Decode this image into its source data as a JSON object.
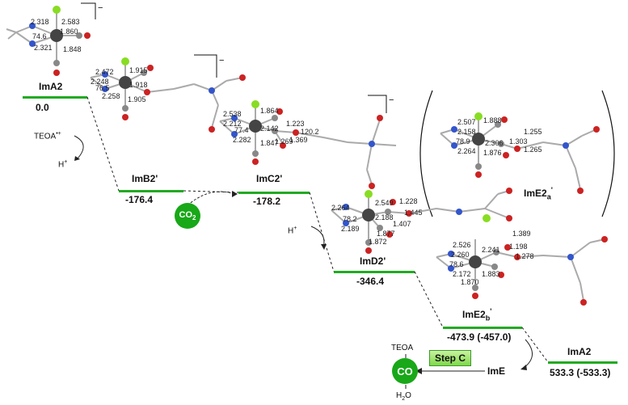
{
  "states": [
    {
      "id": "ima2",
      "label": "ImA2",
      "value": "0.0"
    },
    {
      "id": "imb2",
      "label": "ImB2'",
      "value": "-176.4"
    },
    {
      "id": "imc2",
      "label": "ImC2'",
      "value": "-178.2"
    },
    {
      "id": "imd2",
      "label": "ImD2'",
      "value": "-346.4"
    },
    {
      "id": "ime2b",
      "label": "ImE2",
      "sub": "b",
      "sup": "'",
      "value": "-473.9 (-457.0)"
    },
    {
      "id": "ima2_end",
      "label": "ImA2",
      "value": "533.3 (-533.3)"
    }
  ],
  "ime2a": {
    "label": "ImE2",
    "sub": "a",
    "sup": "'"
  },
  "reagents": {
    "teoa_radical": "TEOA",
    "teoa_radical_sup": "•+",
    "h_plus_1": "H",
    "h_plus_2": "H",
    "h_plus_sup": "+",
    "co2": "CO",
    "co2_sub": "2",
    "co": "CO",
    "teoa": "TEOA",
    "h2o": "H",
    "h2o_sub": "2",
    "h2o_end": "O",
    "ime": "ImE",
    "step_c": "Step C"
  },
  "charge": "−",
  "distances": {
    "ima2": [
      "2.318",
      "2.583",
      "1.860",
      "74.6",
      "2.321",
      "1.848"
    ],
    "imb2": [
      "2.472",
      "1.915",
      "2.248",
      "76.5",
      "1.918",
      "2.258",
      "1.905"
    ],
    "imc2": [
      "2.538",
      "1.864",
      "2.212",
      "1.223",
      "77.4",
      "2.142",
      "120.2",
      "2.282",
      "1.847",
      "1.269",
      "1.369"
    ],
    "imd2": [
      "2.549",
      "1.228",
      "2.264",
      "1.445",
      "78.2",
      "2.188",
      "1.407",
      "2.189",
      "1.877",
      "1.872"
    ],
    "ime2a": [
      "2.507",
      "1.888",
      "2.158",
      "1.255",
      "78.9",
      "2.306",
      "1.303",
      "2.264",
      "1.876",
      "1.265"
    ],
    "ime2b": [
      "2.526",
      "1.389",
      "2.260",
      "2.241",
      "1.198",
      "78.6",
      "2.172",
      "1.883",
      "1.278",
      "1.870"
    ]
  },
  "colors": {
    "level": "#22aa22",
    "co_circle": "#18a818",
    "cl": "#88dd22",
    "n": "#3355cc",
    "o": "#cc2222",
    "c": "#888888",
    "re": "#444444"
  }
}
